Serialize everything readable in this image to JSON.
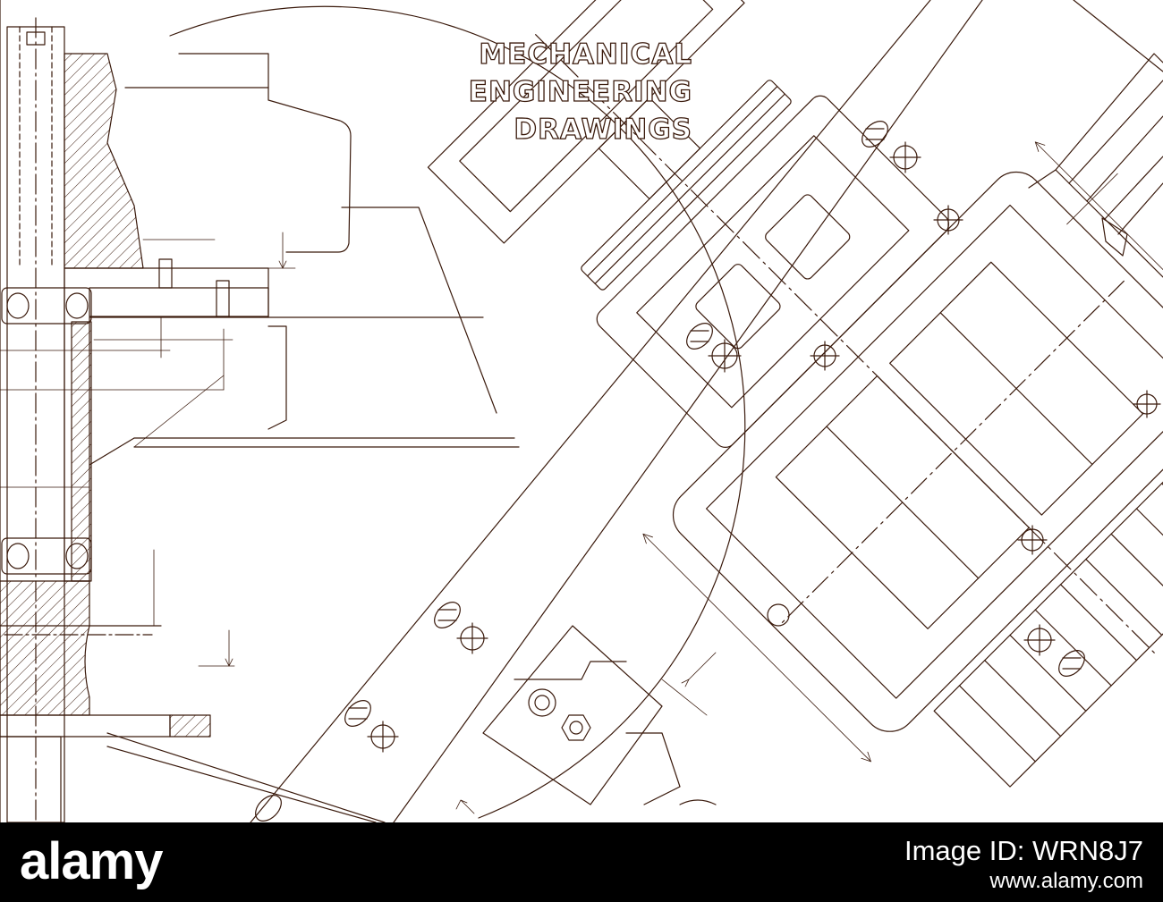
{
  "drawing": {
    "title_lines": [
      "MECHANICAL",
      "ENGINEERING",
      "DRAWINGS"
    ],
    "line_color": "#3a1a0c",
    "background_color": "#ffffff"
  },
  "footer": {
    "brand": "alamy",
    "image_id_label": "Image ID: WRN8J7",
    "url": "www.alamy.com",
    "background_color": "#000000"
  }
}
